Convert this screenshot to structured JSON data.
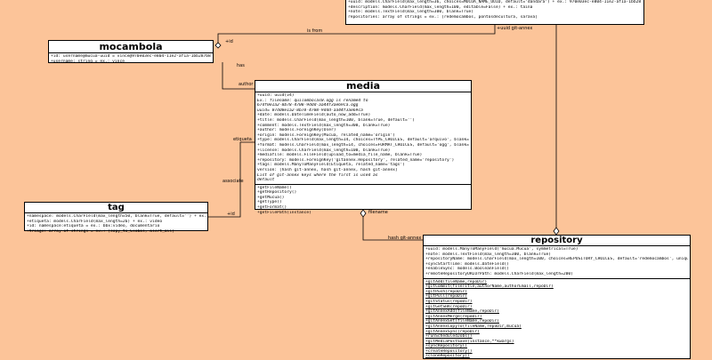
{
  "classes": {
    "top": {
      "title": "",
      "attributes": [
        "+uuid: models.CharField(max_length=36, choices=MUCUA_NAME_UUID, default='dandara') + ex.: 970e03ec-e804-11e2-af1a-1bb287b8b365",
        "+description: models.CharField(max_length=100, editable=False) + ex.: taina",
        "+note: models.TextField(max_length=300, blank=True)",
        "repositories: array of strings = ex.: [redemocambos, pontosdecultura, sarava]"
      ]
    },
    "mocambola": {
      "title": "mocambola",
      "attributes": [
        "+id: username@mucua-uuid = vince@970e03ec-e804-11e2-af1a-1bb287b8b365",
        "+username: string = ex.: vince"
      ]
    },
    "media": {
      "title": "media",
      "attributes": [
        {
          "text": "+uuid: uuid(v4)",
          "italic": false
        },
        {
          "text": "Ex.: filename: quilombolas0.ogg is renamed to",
          "italic": true
        },
        {
          "text": "67df0e1a2-8b78-4708-9ddd-aa44f3ae69ca.ogg",
          "italic": true
        },
        {
          "text": "uuid= 07dd0e1a2-8b78-4708-9ddd-aa44f3ae69ca",
          "italic": true
        },
        {
          "text": "+date: models.DateTimeField(auto_now_add=True)",
          "italic": false
        },
        {
          "text": "+title: models.CharField(max_length=100, blank=True, default='')",
          "italic": false
        },
        {
          "text": "+comment: models.TextField(max_length=300, blank=True)",
          "italic": false
        },
        {
          "text": "+author: models.ForeignKey(User)",
          "italic": false
        },
        {
          "text": "+origin: models.ForeignKey(Mucua, related_name='origin')",
          "italic": false
        },
        {
          "text": "+type: models.CharField(max_length=14, choices=TYPE_CHOICES, default='arquivo', blank=True)",
          "italic": false
        },
        {
          "text": "+format: models.CharField(max_length=14, choices=FORMAT_CHOICES, default='ogg', blank=True)",
          "italic": false
        },
        {
          "text": "+license: models.CharField(max_length=100, blank=True)",
          "italic": false
        },
        {
          "text": "+mediafile: models.FileField(upload_to=media_file_name, blank=True)",
          "italic": false
        },
        {
          "text": "+repository: models.ForeignKey('gitannex.Repository', related_name='repository')",
          "italic": false
        },
        {
          "text": "+tags: models.ManyToManyField(Etiqueta, related_name='tags')",
          "italic": false
        },
        {
          "text": " version: [hash git-annex, hash git-annex, hash git-annex]",
          "italic": false
        },
        {
          "text": "List of git-annex keys where the first is used as",
          "italic": true
        },
        {
          "text": "default",
          "italic": true
        }
      ],
      "methods": [
        "+getFileName()",
        "+getRepository()",
        "+getMucua()",
        "+getType()",
        "+getFormat()",
        "+getFilePath(instance)"
      ]
    },
    "tag": {
      "title": "tag",
      "attributes": [
        "+namespace: models.CharField(max_length=50, blank=True, default='') + ex.: bbx",
        "+etiqueta: models.CharField(max_length=26) + ex.: video",
        "+id: namespace:etiqueta = ex.: bbx:video, documentario",
        "+triage: array of strings = ex.: [copy_to_Global, alert_all]"
      ]
    },
    "repository": {
      "title": "repository",
      "attributes": [
        "+uuid: models.ManyToManyField('mucua.Mucua', symmetrical=True)",
        "+note: models.TextField(max_length=300, blank=True)",
        "+repositoryName: models.CharField(max_length=100, choices=REPOSITORY_CHOICES, default='redemocambos', unique=True)",
        "+syncStartTime: models.DateField()",
        "+enableSync: models.BooleanField()",
        "+remoteRepositoryURLOrPath: models.CharField(max_length=200)"
      ],
      "methods": [
        "+gitAdd(fileName,repoDir)",
        "+gitCommit(fileTitle,authorName,authorEmail,repoDir)",
        "+gitPush(repoDir)",
        "+gitPull(repoDir)",
        "+gitStatus(repoDir)",
        "+gitGetSHA(repoDir)",
        "+gitAnnexAdd(fileName,repoDir)",
        "+gitAnnexMerge(repoDir)",
        "+gitAnnexGet(fileName,repoDir)",
        "+gitAnnexCopyTo(fileName,repoDir,mucua)",
        "+gitAnnexSync(repoDir)",
        "+runScheduledJobs()",
        "+gitMediaPostSave(instance,**kwargs)",
        "+syncRepository()",
        "+createRepository()",
        "+cloneRepository()"
      ]
    }
  },
  "relations": {
    "mucua_mocambola_is_from": "is from",
    "mucua_mocambola_mult": "+id",
    "mucua_repo_label": "+uuid git-annex",
    "mocambola_media_has": "has",
    "mocambola_media_author": "author",
    "media_tag_etiqueta": "etiqueta",
    "media_tag_associate": "associate",
    "media_tag_mult": "+id",
    "media_repo_filename": "filename",
    "media_repo_hash": "hash git-annex"
  }
}
